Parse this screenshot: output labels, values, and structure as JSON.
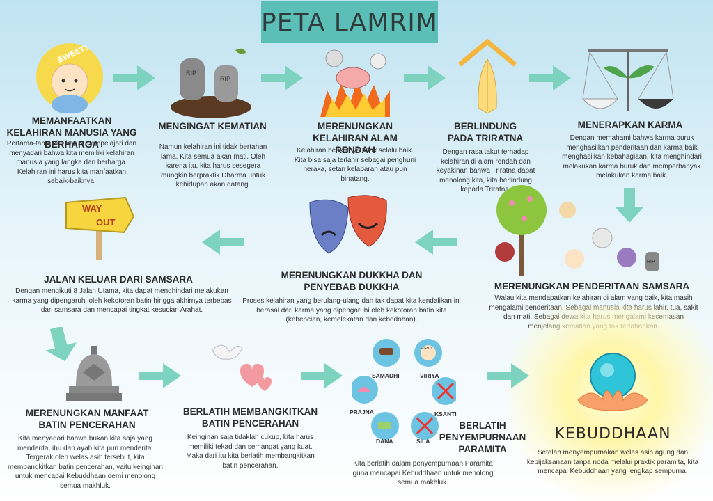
{
  "title": "PETA LAMRIM",
  "steps": [
    {
      "title": "MEMANFAATKAN KELAHIRAN MANUSIA YANG BERHARGA",
      "desc": "Pertama-tama kita harus mempelajari dan menyadari bahwa kita memiliki kelahiran manusia yang langka dan berharga. Kelahiran ini harus kita manfaatkan sebaik-baiknya."
    },
    {
      "title": "MENGINGAT KEMATIAN",
      "desc": "Namun kelahiran ini tidak bertahan lama. Kita semua akan mati. Oleh karena itu, kita harus sesegera mungkin berpraktik Dharma untuk kehidupan akan datang."
    },
    {
      "title": "MERENUNGKAN KELAHIRAN ALAM RENDAH",
      "desc": "Kelahiran berikutnya tidak selalu baik. Kita bisa saja terlahir sebagai penghuni neraka, setan kelaparan atau pun binatang."
    },
    {
      "title": "BERLINDUNG PADA TRIRATNA",
      "desc": "Dengan rasa takut terhadap kelahiran di alam rendah dan keyakinan bahwa Triratna dapat menolong kita, kita berlindung kepada Triratna."
    },
    {
      "title": "MENERAPKAN KARMA",
      "desc": "Dengan memahami bahwa karma buruk menghasilkan penderitaan dan karma baik menghasilkan kebahagiaan, kita menghindari melakukan karma buruk dan memperbanyak melakukan karma baik."
    },
    {
      "title": "MERENUNGKAN PENDERITAAN SAMSARA",
      "desc": "Walau kita mendapatkan kelahiran di alam yang baik, kita masih mengalami penderitaan. Sebagai manusia kita harus lahir, tua, sakit dan mati. Sebagai dewa kita harus mengalami kecemasan menjelang kematian yang tak tertahankan."
    },
    {
      "title": "MERENUNGKAN DUKKHA DAN PENYEBAB DUKKHA",
      "desc": "Proses kelahiran yang berulang-ulang dan tak dapat kita kendalikan ini berasal dari karma yang dipengaruhi oleh kekotoran batin kita (kebencian, kemelekatan dan kebodohan)."
    },
    {
      "title": "JALAN KELUAR DARI SAMSARA",
      "desc": "Dengan mengikuti 8 Jalan Utama, kita dapat menghindari melakukan karma yang dipengaruhi oleh kekotoran batin hingga akhirnya terbebas dari samsara dan mencapai tingkat kesucian Arahat."
    },
    {
      "title": "MERENUNGKAN MANFAAT BATIN PENCERAHAN",
      "desc": "Kita menyadari bahwa bukan kita saja yang menderita, ibu dan ayah kita pun menderita. Tergerak oleh welas asih tersebut, kita membangkitkan batin pencerahan, yaitu keinginan untuk mencapai Kebuddhaan demi menolong semua makhluk."
    },
    {
      "title": "BERLATIH MEMBANGKITKAN BATIN PENCERAHAN",
      "desc": "Keinginan saja tidaklah cukup, kita harus memiliki tekad dan semangat yang kuat. Maka dari itu kita berlatih membangkitkan batin pencerahan."
    },
    {
      "title": "BERLATIH PENYEMPURNAAN PARAMITA",
      "desc": "Kita berlatih dalam penyempurnaan Paramita guna mencapai Kebuddhaan untuk menolong semua makhluk."
    },
    {
      "title": "KEBUDDHAAN",
      "desc": "Setelah menyempurnakan welas asih agung dan kebijaksanaan tanpa noda melalui praktik paramita, kita mencapai Kebuddhaan yang lengkap sempurna."
    }
  ],
  "paramita": [
    "SAMADHI",
    "VIRIYA",
    "KSANTI",
    "SILA",
    "DANA",
    "PRAJNA"
  ],
  "labels": {
    "sweet": "SWEET!",
    "rip": "RIP",
    "way": "WAY",
    "out": "OUT",
    "fight": "FIGHT!"
  },
  "colors": {
    "teal": "#5bbfb8",
    "arrow": "#7dd3bf"
  }
}
